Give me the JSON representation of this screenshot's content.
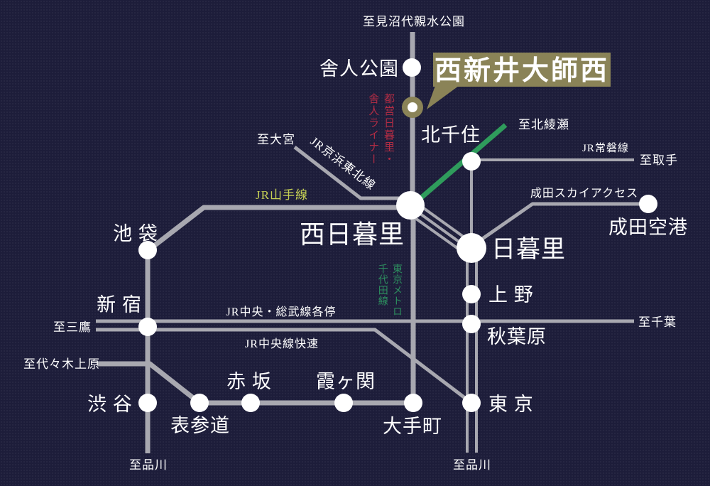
{
  "featured": {
    "name": "西新井大師西",
    "badge_color": "#8a8357",
    "line": "都営日暮里・舎人ライナー"
  },
  "stations": {
    "toneri_koen": "舎人公園",
    "kitasenju": "北千住",
    "nishinippori": "西日暮里",
    "nippori": "日暮里",
    "narita_airport": "成田空港",
    "ikebukuro": "池 袋",
    "shinjuku": "新 宿",
    "ueno": "上 野",
    "akihabara": "秋葉原",
    "shibuya": "渋 谷",
    "omotesando": "表参道",
    "akasaka": "赤 坂",
    "kasumigaseki": "霞ヶ関",
    "otemachi": "大手町",
    "tokyo": "東 京"
  },
  "railway_lines": {
    "toneri_liner": "都営日暮里・舎人ライナー",
    "yamanote": "JR山手線",
    "keihintohoku": "JR京浜東北線",
    "joban": "JR常磐線",
    "chuo_sobu_local": "JR中央・総武線各停",
    "chuo_rapid": "JR中央線快速",
    "narita_sky_access": "成田スカイアクセス",
    "chiyoda_metro": "東京メトロ千代田線"
  },
  "destinations": {
    "minumadai": "至見沼代親水公園",
    "omiya": "至大宮",
    "kita_ayase": "至北綾瀬",
    "toride": "至取手",
    "chiba": "至千葉",
    "mitaka": "至三鷹",
    "yoyogi_uehara": "至代々木上原",
    "shinagawa_left": "至品川",
    "shinagawa_right": "至品川"
  },
  "colors": {
    "background": "#1d1d3a",
    "line_gray": "#a8a8b0",
    "chiyoda_green": "#2f9c5c",
    "metro_green_text": "#2d8f5f",
    "toneri_red_text": "#b12c44",
    "yamanote_yellow_text": "#c6d154",
    "accent_olive": "#8a8357",
    "station_white": "#ffffff"
  }
}
